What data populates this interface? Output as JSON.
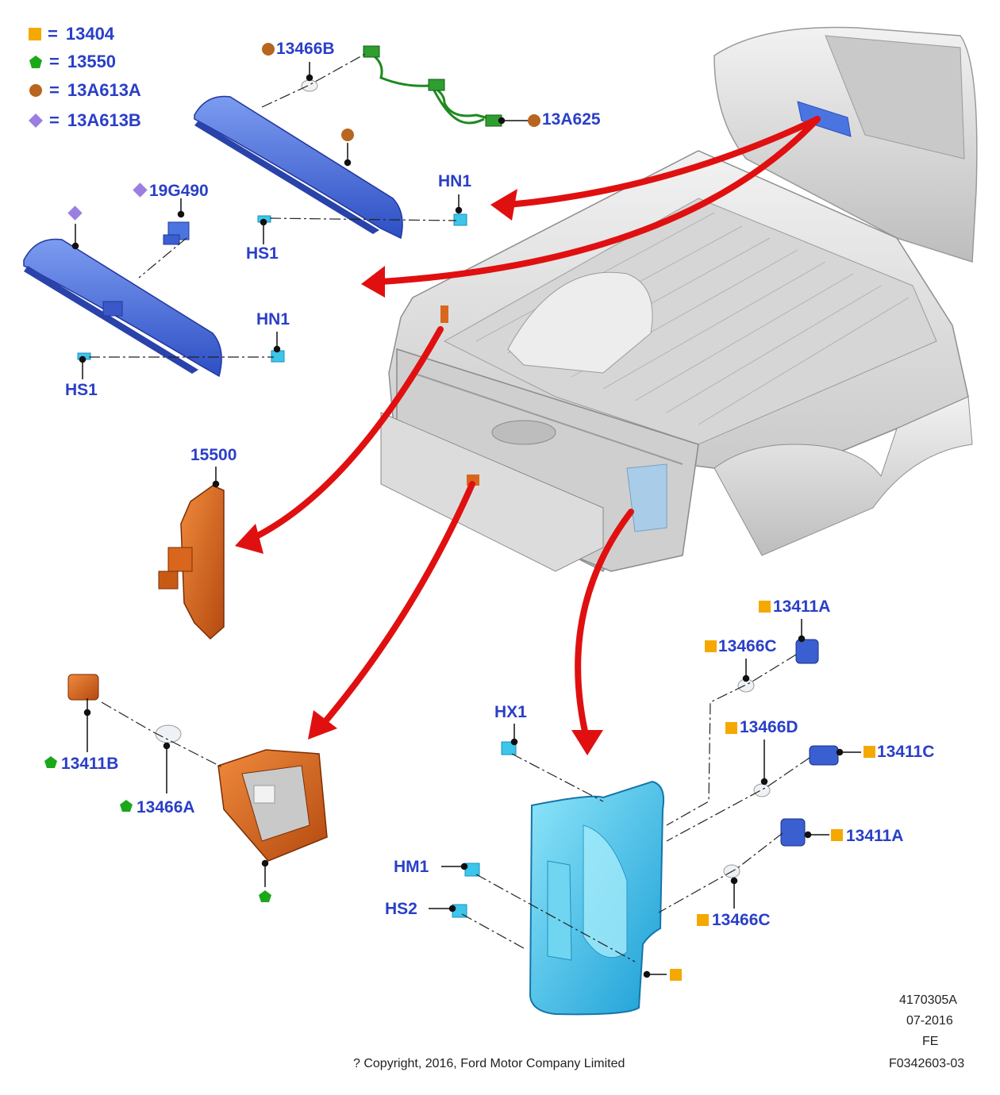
{
  "legend": [
    {
      "symbol": "orange-square",
      "color": "#f5a800",
      "eq": "=",
      "code": "13404"
    },
    {
      "symbol": "green-pentagon",
      "color": "#1aa81a",
      "eq": "=",
      "code": "13550"
    },
    {
      "symbol": "brown-circle",
      "color": "#b8651f",
      "eq": "=",
      "code": "13A613A"
    },
    {
      "symbol": "purple-diamond",
      "color": "#9b7fe0",
      "eq": "=",
      "code": "13A613B"
    }
  ],
  "callouts": {
    "c13466B": "13466B",
    "c13A625": "13A625",
    "c19G490": "19G490",
    "hn1_top": "HN1",
    "hs1_top": "HS1",
    "hn1_low": "HN1",
    "hs1_low": "HS1",
    "c15500": "15500",
    "c13411A_1": "13411A",
    "c13466C_1": "13466C",
    "hx1": "HX1",
    "c13466D": "13466D",
    "c13411C": "13411C",
    "c13411A_2": "13411A",
    "c13411B": "13411B",
    "c13466A": "13466A",
    "hm1": "HM1",
    "hs2": "HS2",
    "c13466C_2": "13466C"
  },
  "footer": {
    "part_number": "4170305A",
    "date": "07-2016",
    "code": "FE",
    "figure": "F0342603-03",
    "copyright": "? Copyright, 2016, Ford Motor Company Limited"
  },
  "colors": {
    "label": "#2a3fc7",
    "arrow": "#e01010",
    "lamp_blue": "#3f66d8",
    "lamp_cyan": "#3cc6ea",
    "lamp_orange": "#d9661c",
    "truck": "#d8d8d8"
  }
}
